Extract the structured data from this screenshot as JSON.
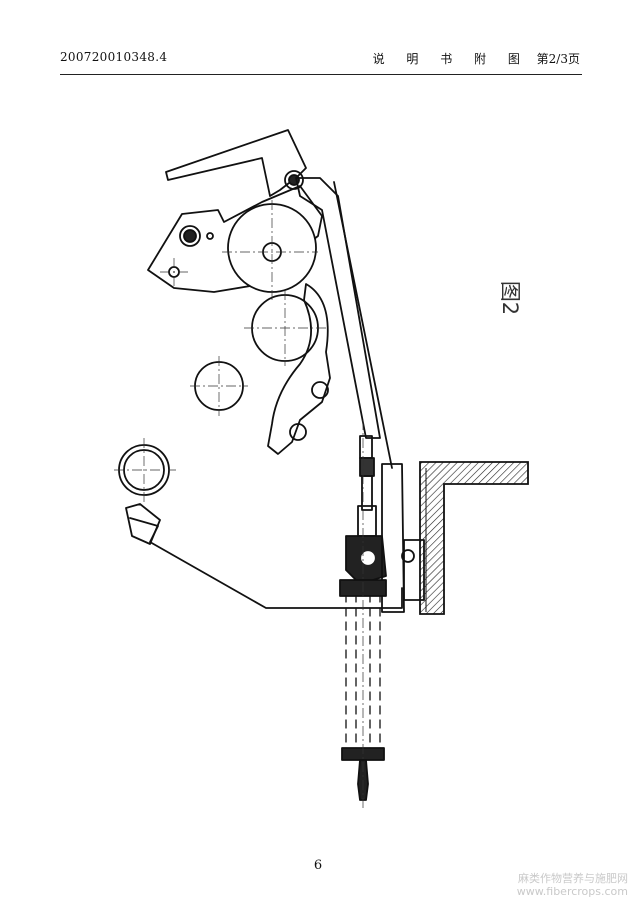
{
  "header": {
    "doc_id": "200720010348.4",
    "title": "说 明 书 附 图",
    "page_label": "第2/3页"
  },
  "figure": {
    "label": "图2"
  },
  "footer": {
    "page_number": "6"
  },
  "watermark": {
    "line1": "麻类作物营养与施肥网",
    "line2": "www.fibercrops.com"
  }
}
